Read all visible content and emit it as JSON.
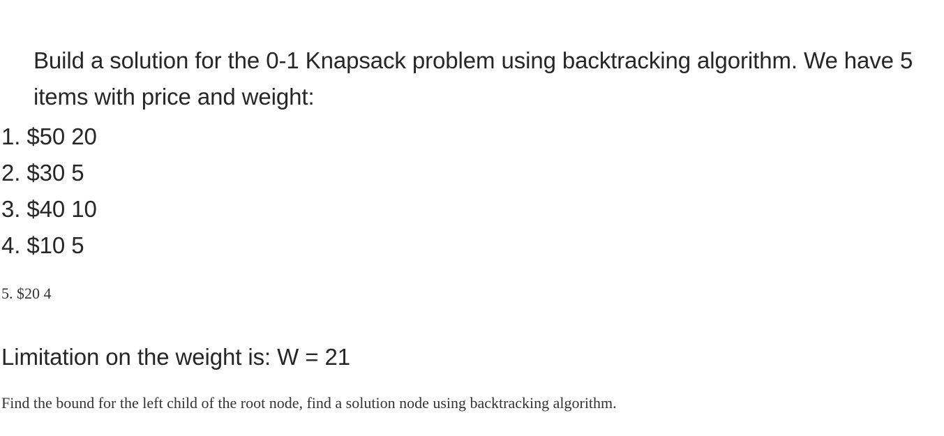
{
  "document": {
    "background_color": "#ffffff",
    "primary_text_color": "#262626",
    "secondary_text_color": "#333333",
    "intro": {
      "text": "Build a solution for the 0-1 Knapsack problem using backtracking algorithm. We have 5 items with price and weight:"
    },
    "items": [
      {
        "marker": "1.",
        "price": "$50",
        "weight": "20",
        "line": "1. $50 20"
      },
      {
        "marker": "2.",
        "price": "$30",
        "weight": "5",
        "line": "2. $30 5"
      },
      {
        "marker": "3.",
        "price": "$40",
        "weight": "10",
        "line": "3. $40 10"
      },
      {
        "marker": "4.",
        "price": "$10",
        "weight": "5",
        "line": "4. $10 5"
      },
      {
        "marker": "5.",
        "price": "$20",
        "weight": "4",
        "line": "5. $20 4"
      }
    ],
    "limitation": {
      "text": "Limitation on the weight is: W = 21",
      "capacity": "21",
      "symbol": "W"
    },
    "closing": {
      "text": "Find the bound for the left child of the root node, find a solution node using backtracking algorithm."
    }
  }
}
